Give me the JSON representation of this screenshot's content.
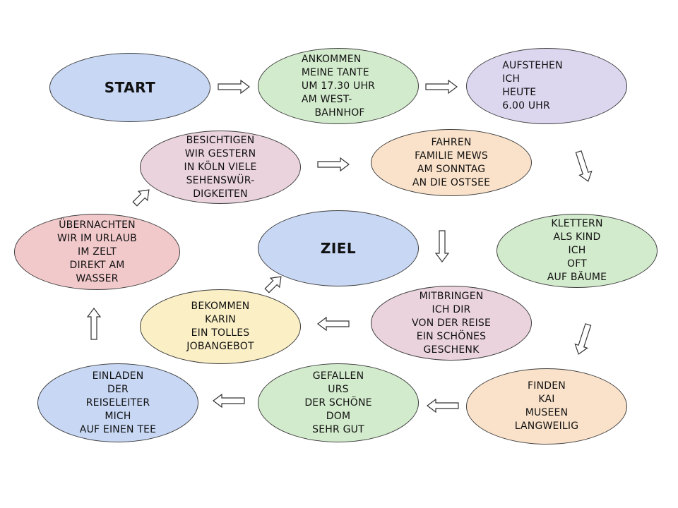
{
  "nodes": [
    {
      "id": "start",
      "text": "START",
      "color": "#c7d7f4"
    },
    {
      "id": "ankommen",
      "text": "ANKOMMEN\nMEINE TANTE\nUM 17.30 UHR\nAM WEST-\n    BAHNHOF",
      "color": "#d3ebcd"
    },
    {
      "id": "aufstehen",
      "text": "AUFSTEHEN\nICH\nHEUTE\n6.00 UHR",
      "color": "#dcd6ef"
    },
    {
      "id": "besichtigen",
      "text": "BESICHTIGEN\nWIR GESTERN\nIN KÖLN VIELE\nSEHENSWÜR-\nDIGKEITEN",
      "color": "#ead3dc"
    },
    {
      "id": "fahren",
      "text": "FAHREN\nFAMILIE MEWS\nAM SONNTAG\nAN DIE OSTSEE",
      "color": "#fae2ca"
    },
    {
      "id": "klettern",
      "text": "KLETTERN\nALS KIND\nICH\nOFT\nAUF BÄUME",
      "color": "#d3ebcd"
    },
    {
      "id": "uebernachten",
      "text": "ÜBERNACHTEN\nWIR IM URLAUB\nIM ZELT\nDIREKT AM\nWASSER",
      "color": "#f2c9cb"
    },
    {
      "id": "ziel",
      "text": "ZIEL",
      "color": "#c7d7f4"
    },
    {
      "id": "bekommen",
      "text": "BEKOMMEN\nKARIN\nEIN TOLLES\nJOBANGEBOT",
      "color": "#fbefc6"
    },
    {
      "id": "mitbringen",
      "text": "MITBRINGEN\nICH DIR\nVON DER REISE\nEIN SCHÖNES\nGESCHENK",
      "color": "#ead3dc"
    },
    {
      "id": "einladen",
      "text": "EINLADEN\nDER\nREISELEITER\nMICH\nAUF EINEN TEE",
      "color": "#c7d7f4"
    },
    {
      "id": "gefallen",
      "text": "GEFALLEN\nURS\nDER SCHÖNE\nDOM\nSEHR GUT",
      "color": "#d3ebcd"
    },
    {
      "id": "finden",
      "text": "FINDEN\nKAI\nMUSEEN\nLANGWEILIG",
      "color": "#fae2ca"
    }
  ]
}
